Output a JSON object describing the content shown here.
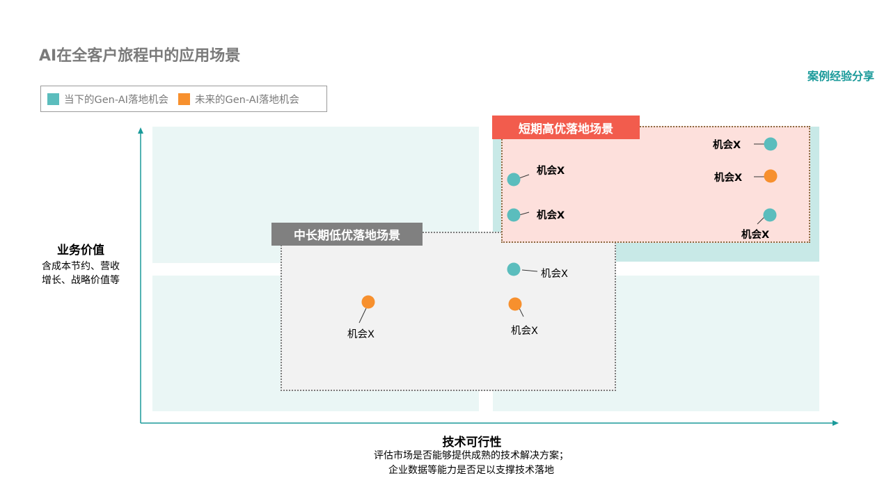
{
  "header": {
    "title": "AI在全客户旅程中的应用场景",
    "tag": "案例经验分享"
  },
  "legend": {
    "current": "当下的Gen-AI落地机会",
    "future": "未来的Gen-AI落地机会"
  },
  "colors": {
    "current": "#5bbdbd",
    "future": "#f7902e",
    "high_priority": "#f25c4d",
    "low_priority": "#808080",
    "accent": "#1a9a9a"
  },
  "zones": {
    "high_priority": "短期高优落地场景",
    "low_priority": "中长期低优落地场景"
  },
  "axes": {
    "y_title": "业务价值",
    "y_desc_1": "含成本节约、营收",
    "y_desc_2": "增长、战略价值等",
    "x_title": "技术可行性",
    "x_desc_1": "评估市场是否能够提供成熟的技术解决方案；",
    "x_desc_2": "企业数据等能力是否足以支撑技术落地"
  },
  "opportunities": [
    {
      "label": "机会X",
      "type": "current"
    },
    {
      "label": "机会X",
      "type": "future"
    },
    {
      "label": "机会X",
      "type": "current"
    },
    {
      "label": "机会X",
      "type": "current"
    },
    {
      "label": "机会X",
      "type": "current"
    },
    {
      "label": "机会X",
      "type": "current"
    },
    {
      "label": "机会X",
      "type": "future"
    },
    {
      "label": "机会X",
      "type": "future"
    }
  ]
}
